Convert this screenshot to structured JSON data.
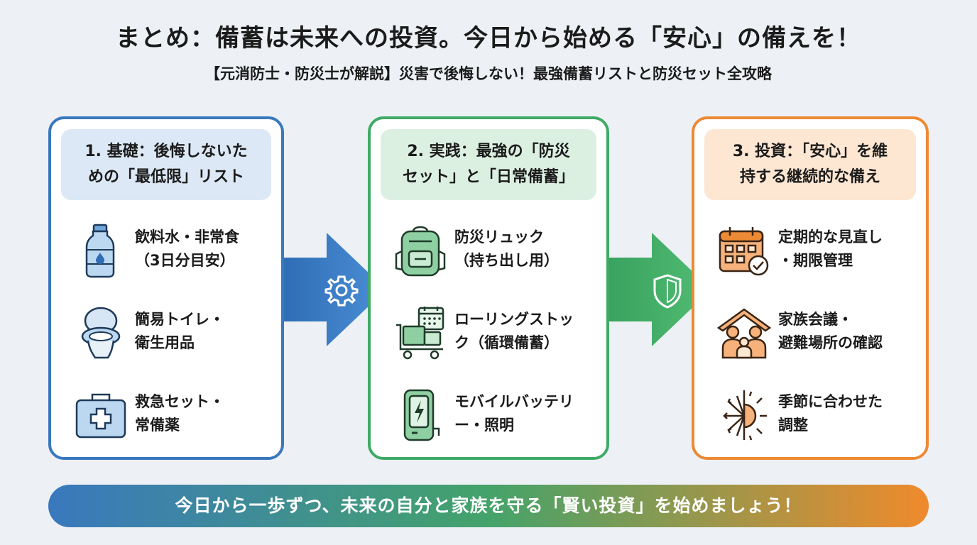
{
  "header": {
    "title": "まとめ：備蓄は未来への投資。今日から始める「安心」の備えを！",
    "subtitle": "【元消防士・防災士が解説】災害で後悔しない！最強備蓄リストと防災セット全攻略"
  },
  "cards": [
    {
      "heading": [
        "1. 基礎：後悔しないた",
        "めの「最低限」リスト"
      ],
      "items": [
        {
          "icon": "water-bottle-icon",
          "lines": [
            "飲料水・非常食",
            "（3日分目安）"
          ]
        },
        {
          "icon": "toilet-icon",
          "lines": [
            "簡易トイレ・",
            "衛生用品"
          ]
        },
        {
          "icon": "first-aid-kit-icon",
          "lines": [
            "救急セット・",
            "常備薬"
          ]
        }
      ]
    },
    {
      "heading": [
        "2. 実践：最強の「防災",
        "セット」と「日常備蓄」"
      ],
      "items": [
        {
          "icon": "backpack-icon",
          "lines": [
            "防災リュック",
            "（持ち出し用）"
          ]
        },
        {
          "icon": "rolling-stock-cart-icon",
          "lines": [
            "ローリングストッ",
            "ク（循環備蓄）"
          ]
        },
        {
          "icon": "mobile-battery-icon",
          "lines": [
            "モバイルバッテリ",
            "ー・照明"
          ]
        }
      ]
    },
    {
      "heading": [
        "3. 投資：「安心」を維",
        "持する継続的な備え"
      ],
      "items": [
        {
          "icon": "calendar-check-icon",
          "lines": [
            "定期的な見直し",
            "・期限管理"
          ]
        },
        {
          "icon": "family-house-icon",
          "lines": [
            "家族会議・",
            "避難場所の確認"
          ]
        },
        {
          "icon": "season-snow-sun-icon",
          "lines": [
            "季節に合わせた",
            "調整"
          ]
        }
      ]
    }
  ],
  "arrows": [
    {
      "icon": "gear-icon",
      "color": "#3a78be"
    },
    {
      "icon": "shield-icon",
      "color": "#3faa66"
    }
  ],
  "footer": {
    "banner": "今日から一歩ずつ、未来の自分と家族を守る「賢い投資」を始めましょう！"
  },
  "colors": {
    "blue": "#3a78be",
    "green": "#3faa66",
    "orange": "#ec8a35"
  }
}
